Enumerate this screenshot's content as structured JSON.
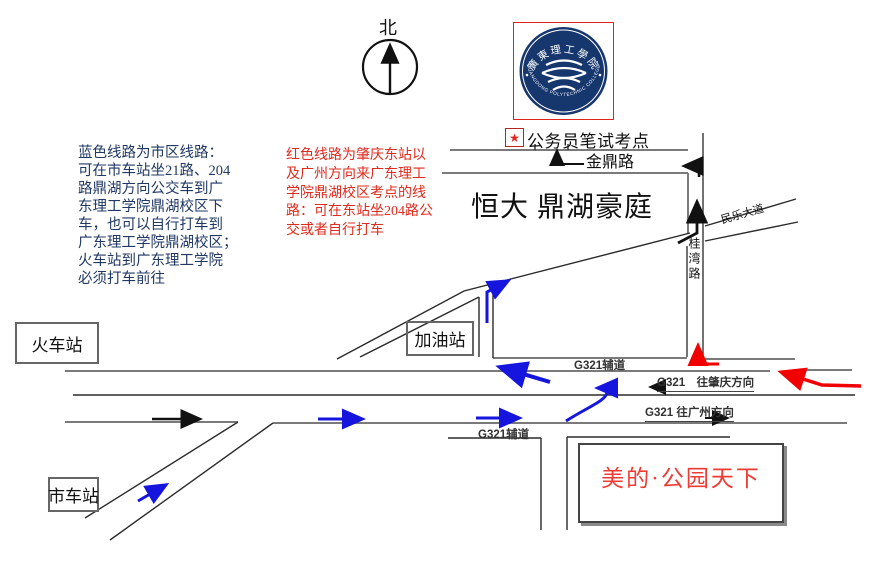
{
  "compass": {
    "label": "北"
  },
  "logo": {
    "name_zh": "廣東理工學院",
    "name_en": "GUANGDONG POLYTECHNIC COLLEGE"
  },
  "marker": {
    "star": "★",
    "label": "公务员笔试考点"
  },
  "notes": {
    "blue": "蓝色线路为市区线路：\n可在市车站坐21路、204\n路鼎湖方向公交车到广\n东理工学院鼎湖校区下\n车，也可以自行打车到\n广东理工学院鼎湖校区；\n火车站到广东理工学院\n必须打车前往",
    "red": "红色线路为肇庆东站以\n及广州方向来广东理工\n学院鼎湖校区考点的线\n路：可在东站坐204路公\n交或者自行打车"
  },
  "places": {
    "hengda": "恒大 鼎湖豪庭",
    "train_station": "火车站",
    "gas_station": "加油站",
    "city_bus_station": "市车站",
    "midea": "美的·公园天下"
  },
  "roads": {
    "jinding": "金鼎路",
    "minle": "民乐大道",
    "guiwan": "桂湾路",
    "g321_aux_upper": "G321辅道",
    "g321_aux_lower": "G321辅道",
    "g321_zhaoqing": "G321　往肇庆方向",
    "g321_guangzhou": "G321 往广州方向"
  },
  "colors": {
    "blue_route": "#1515dd",
    "red_route": "#f20000",
    "note_blue": "#1f3864",
    "note_red": "#e02a1e",
    "logo_navy": "#16366e"
  }
}
